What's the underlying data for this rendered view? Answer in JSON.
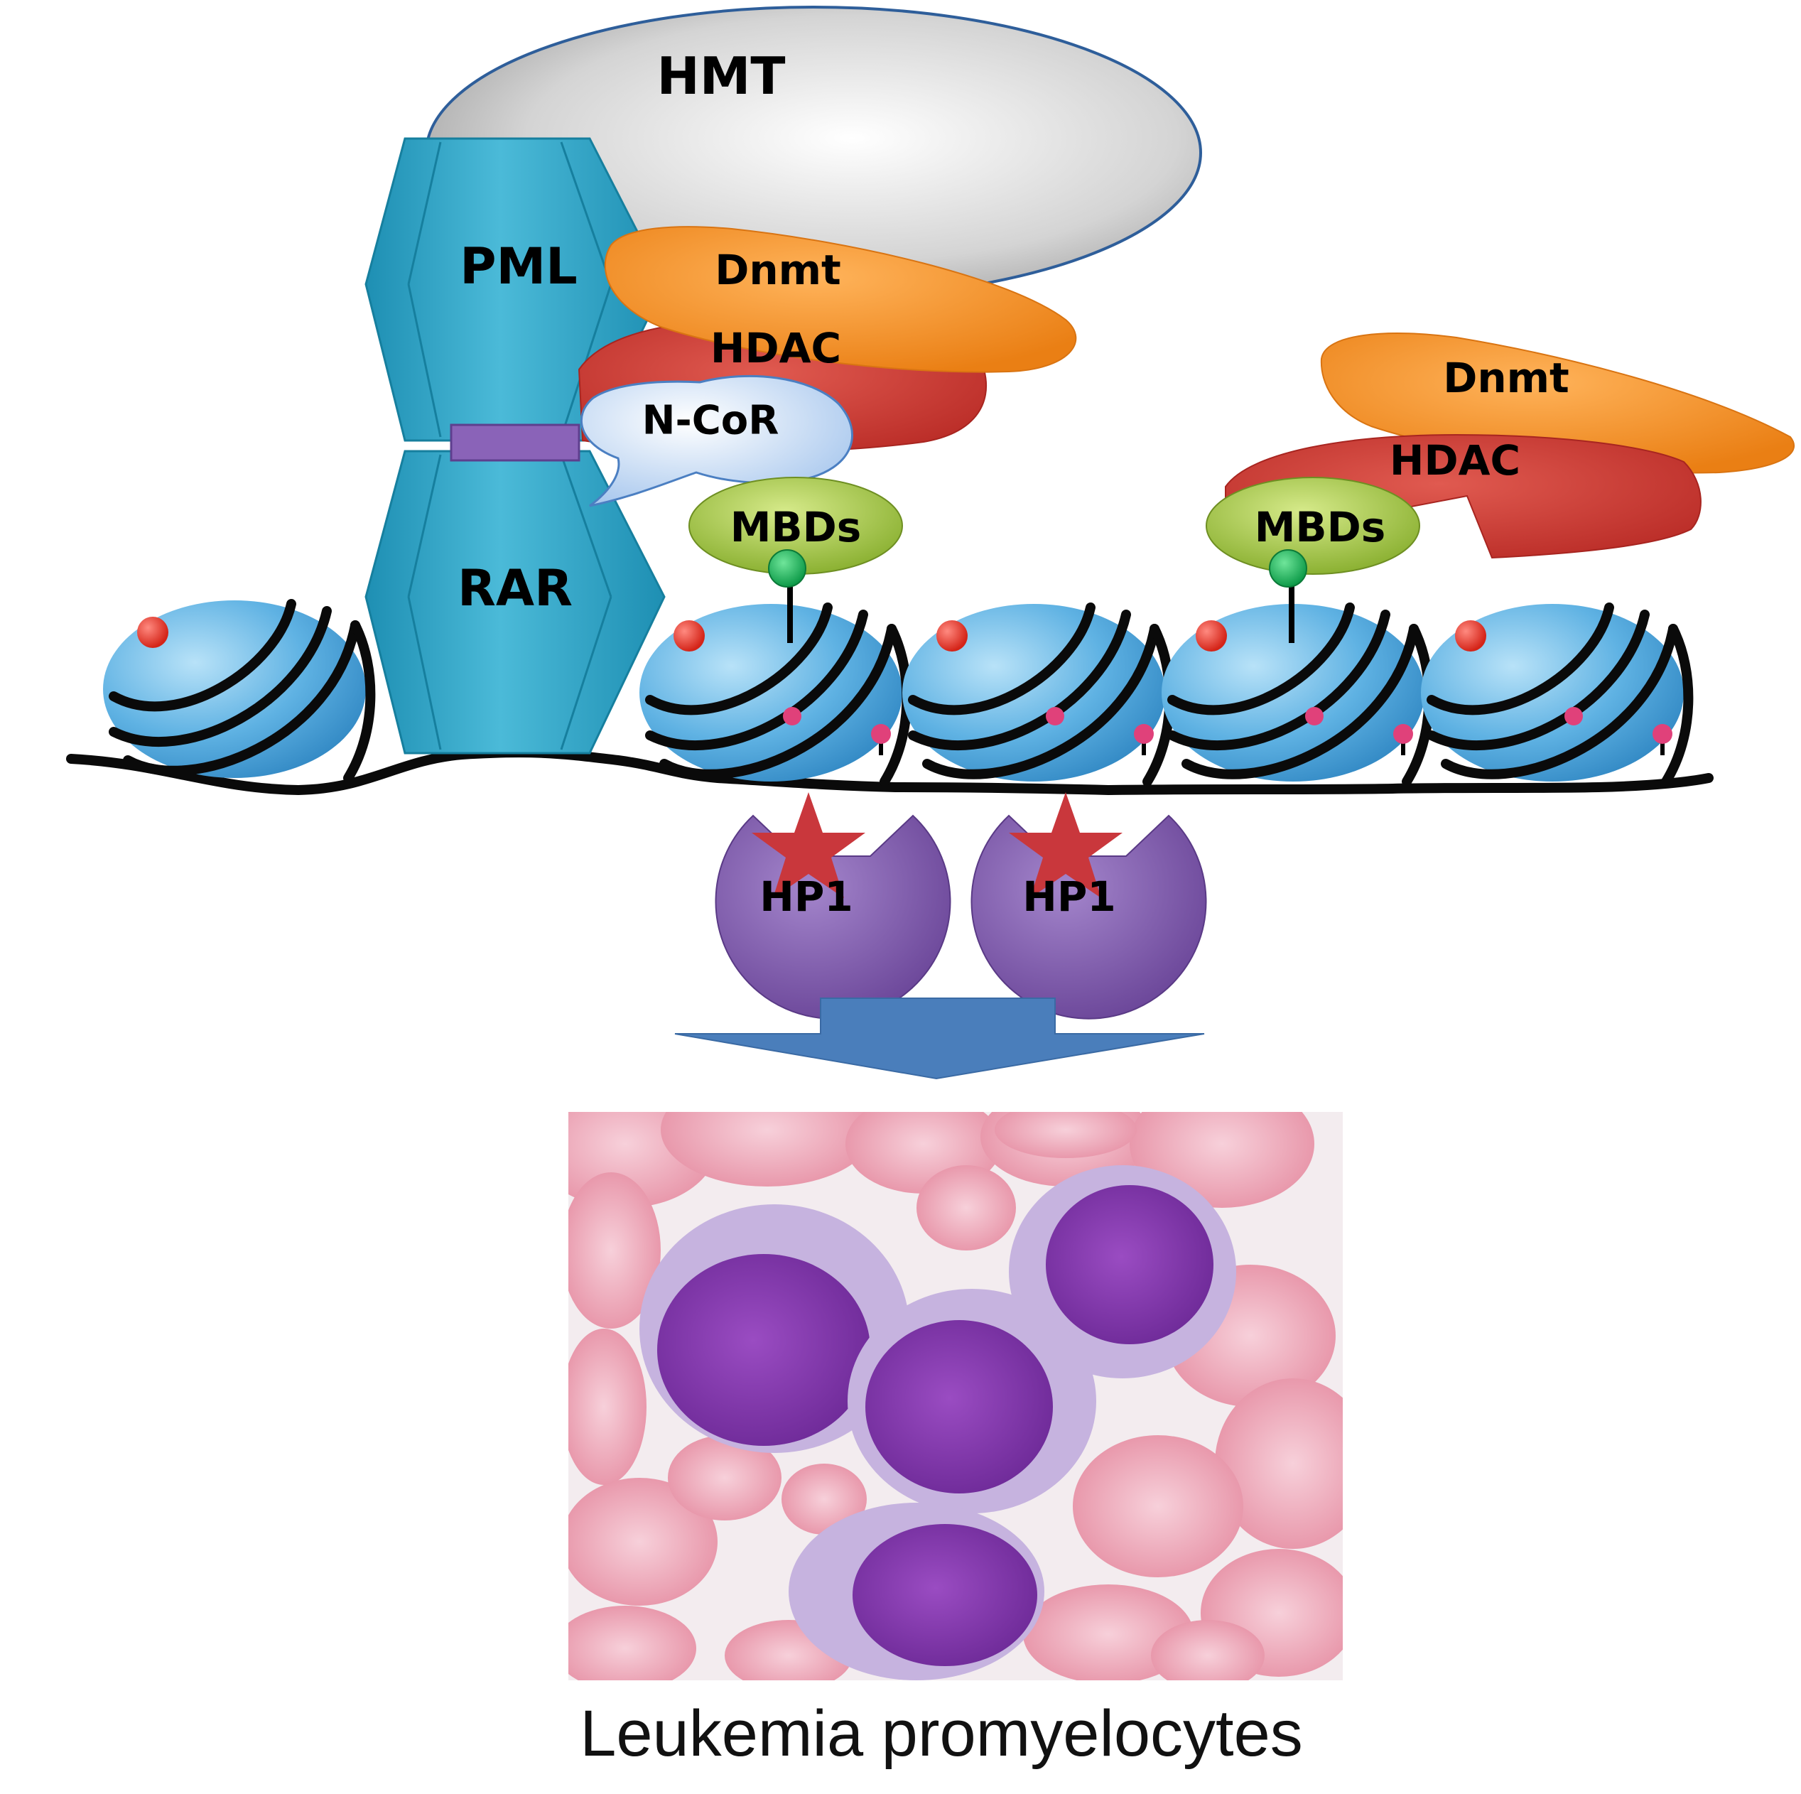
{
  "labels": {
    "hmt": "HMT",
    "pml": "PML",
    "rar": "RAR",
    "dnmt_left": "Dnmt",
    "hdac_left": "HDAC",
    "ncor": "N-CoR",
    "mbds_left": "MBDs",
    "mbds_right": "MBDs",
    "dnmt_right": "Dnmt",
    "hdac_right": "HDAC",
    "hp1_left": "HP1",
    "hp1_right": "HP1"
  },
  "caption": "Leukemia promyelocytes",
  "colors": {
    "hmt": "#c8c8c8",
    "pml_rar": "#3aa9c9",
    "dnmt": "#f5922e",
    "hdac": "#cc3b32",
    "ncor": "#c6ddf7",
    "mbds": "#9cc13c",
    "methyl_bead": "#12b45a",
    "nucleosome": "#5aaee0",
    "hp1": "#7a56a8",
    "star": "#c9373c",
    "arrow": "#4a7ebb",
    "micrograph_background": "#f3ecef",
    "red_cell": "#eeaab8",
    "promyelocyte_nucleus": "#8a3ab0"
  },
  "icons": {
    "nucleosome": "nucleosome-icon",
    "histone_mark_red": "red-dot-icon",
    "histone_mark_pink": "pink-dot-icon",
    "hp1_star": "star-icon",
    "down_arrow": "arrow-down-icon",
    "micrograph": "promyelocyte-micrograph"
  }
}
